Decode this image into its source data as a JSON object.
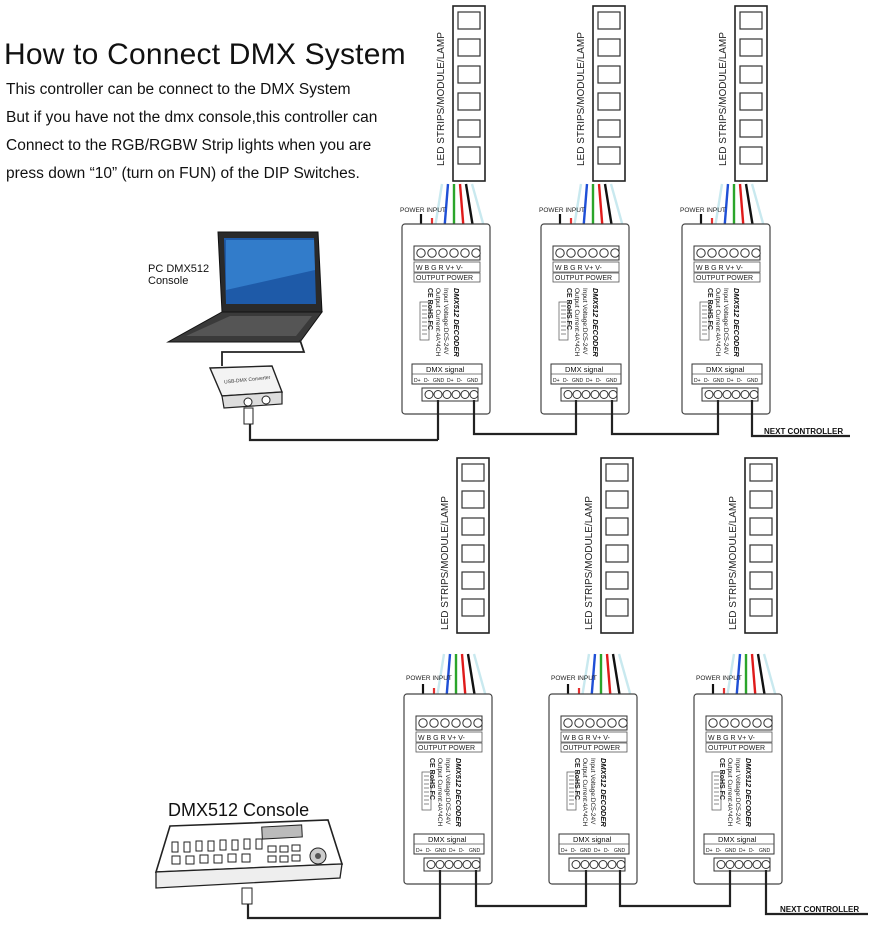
{
  "title": "How to Connect DMX System",
  "intro_lines": [
    "This controller can be connect to the DMX System",
    "But if you have not the dmx console,this controller can",
    "Connect to the RGB/RGBW Strip lights when you are",
    "press down  “10”  (turn on FUN) of the DIP Switches."
  ],
  "labels": {
    "pc_console_line1": "PC  DMX512",
    "pc_console_line2": "Console",
    "dmx_console": "DMX512 Console",
    "next_controller": "NEXT CONTROLLER",
    "converter_text": "USB-DMX Converter"
  },
  "strip": {
    "label": "LED STRIPS/MODULE/LAMP",
    "cells": 6
  },
  "decoder": {
    "power_input": "POWER INPUT",
    "terminal_letters": "W B G R V+ V-",
    "output_power": "OUTPUT  POWER",
    "model": "DMX512 DECODER",
    "spec_voltage": "Input Voltage:DC5-24V",
    "spec_current": "Output Current:4A*4CH",
    "certs": "CE RoHS FC",
    "dmx_signal": "DMX signal",
    "dmx_pins": [
      "D+",
      "D-",
      "GND",
      "D+",
      "D-",
      "GND"
    ]
  },
  "colors": {
    "wire_red": "#e01a1a",
    "wire_green": "#2aa52a",
    "wire_blue": "#1f4fd6",
    "wire_white": "#c9e9ef",
    "wire_black": "#111111",
    "line": "#222222"
  }
}
